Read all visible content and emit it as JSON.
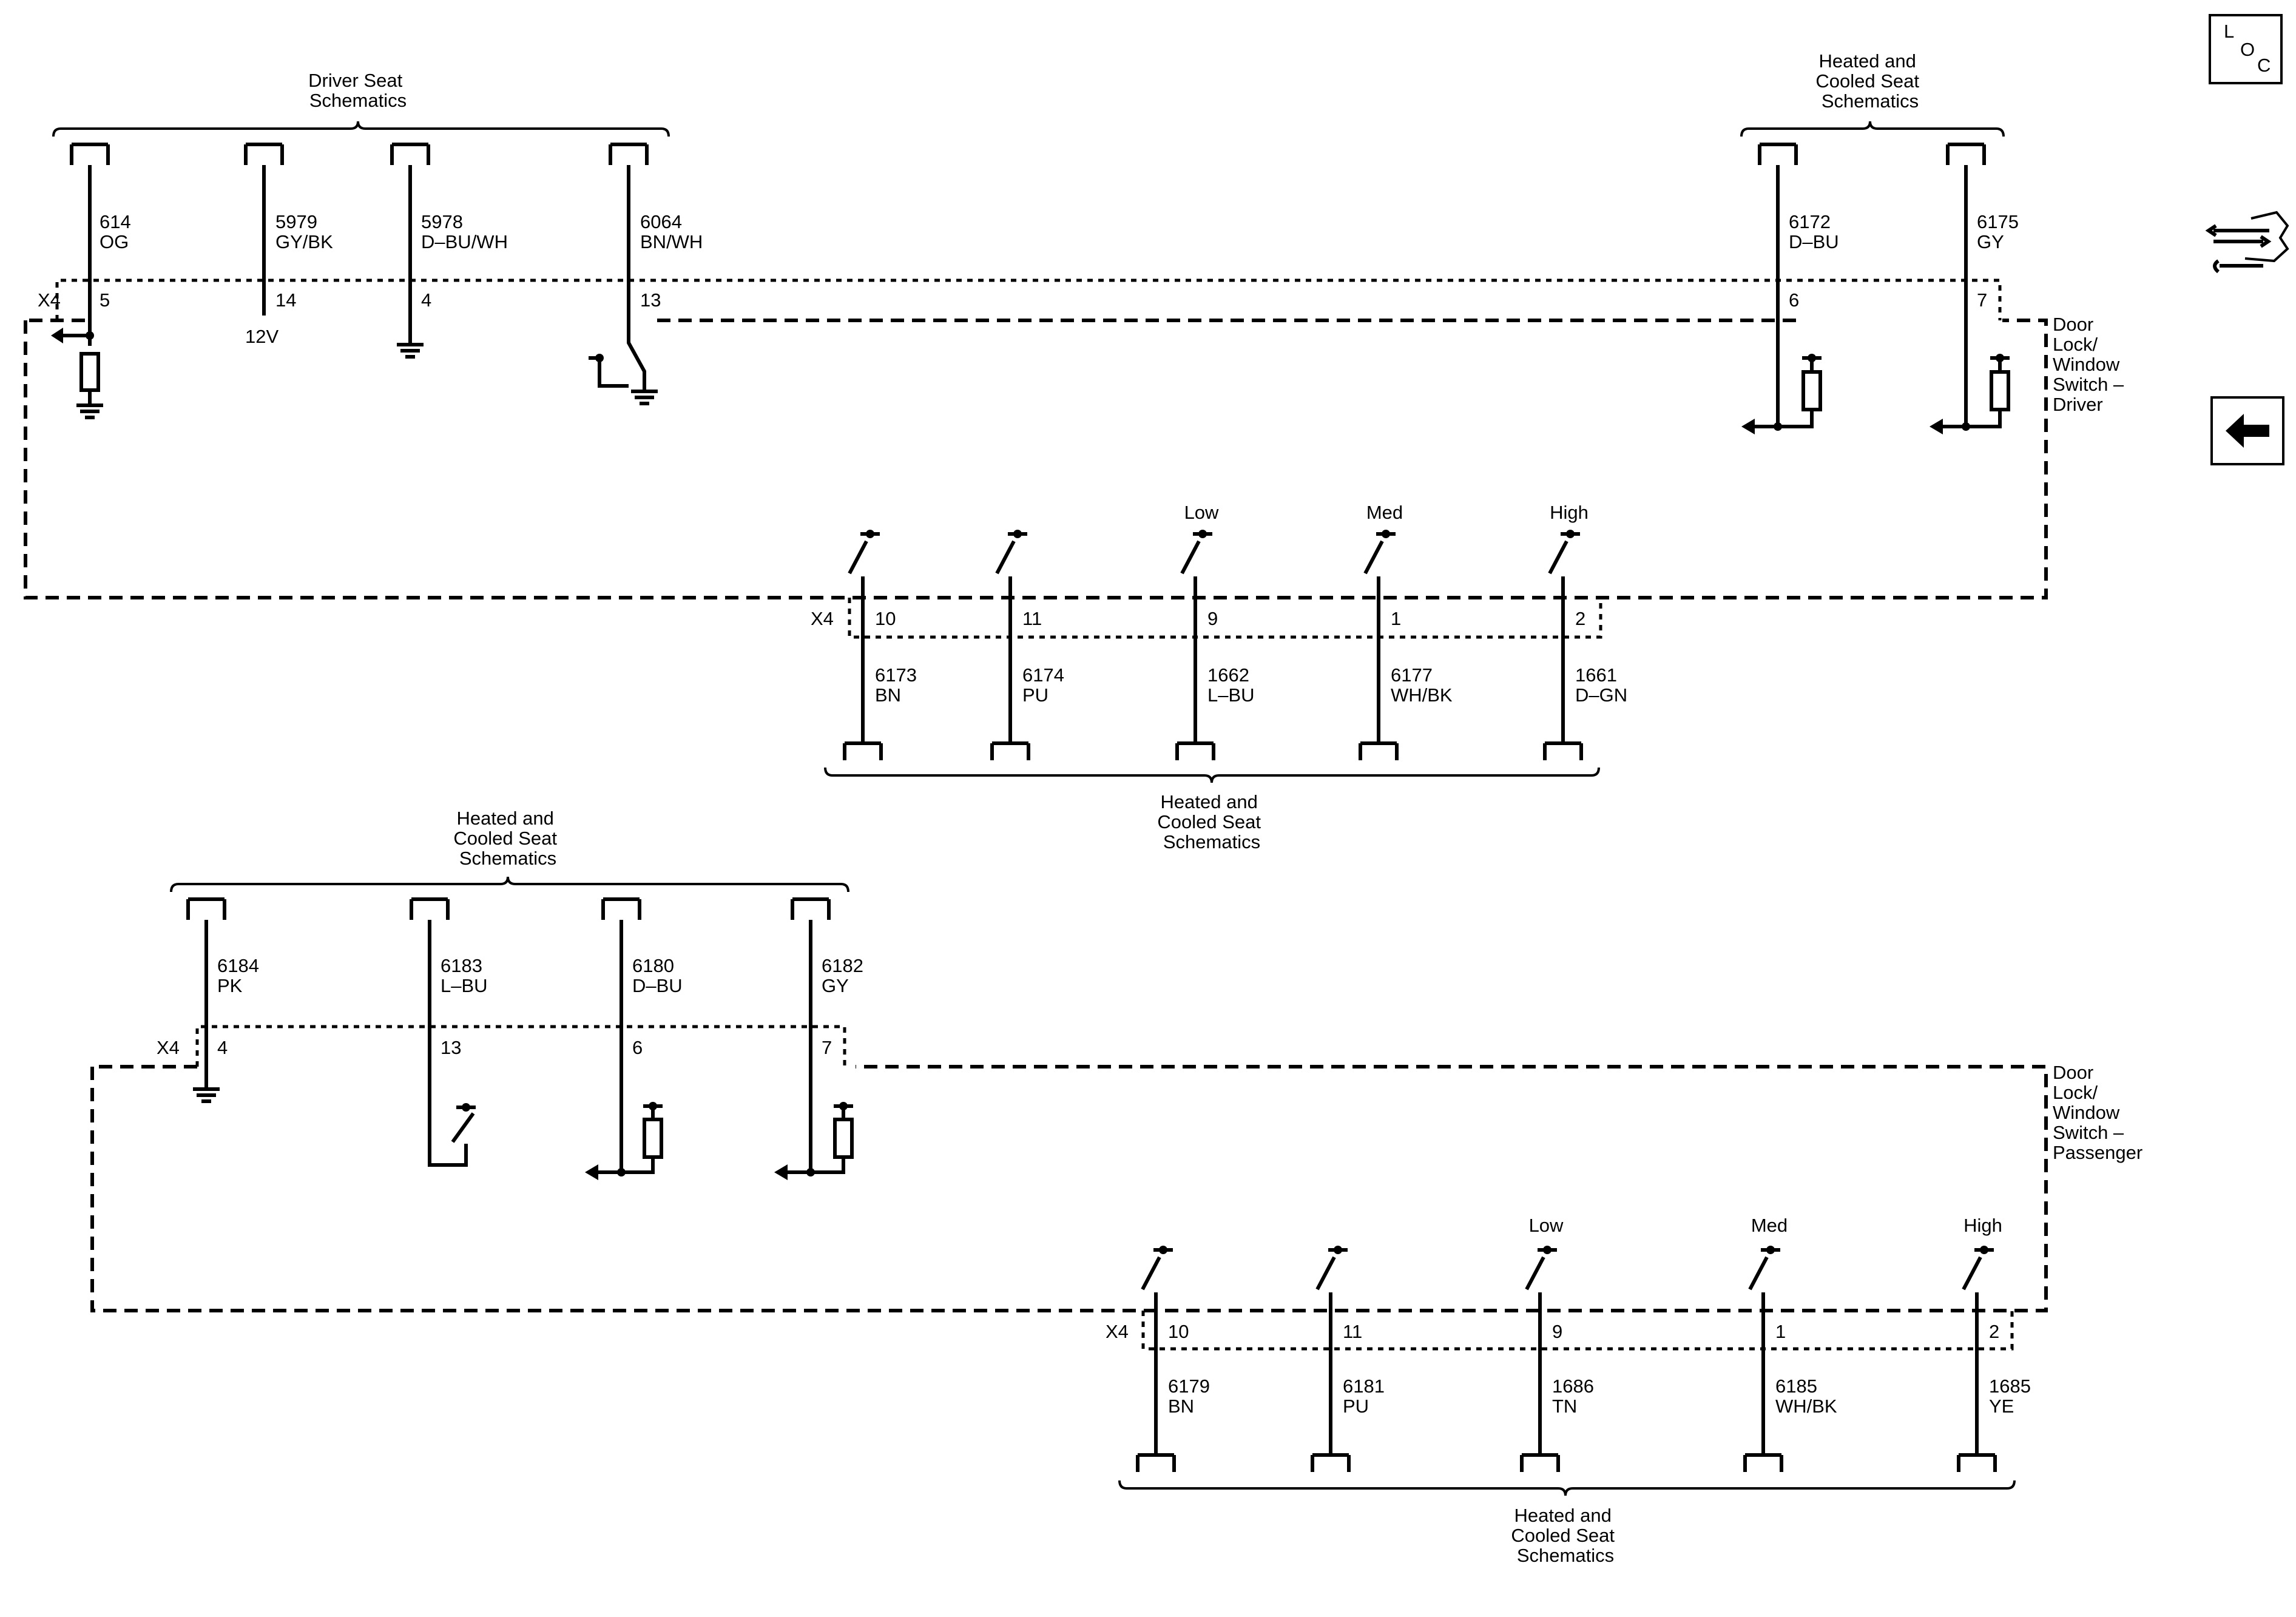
{
  "nav": {
    "loc_label": [
      "L",
      "O",
      "C"
    ],
    "icons": [
      "loc-icon",
      "connector-tools-icon",
      "back-arrow-icon"
    ]
  },
  "driver": {
    "module_label": [
      "Door",
      "Lock/",
      "Window",
      "Switch –",
      "Driver"
    ],
    "driver_seat_ref": [
      "Driver Seat",
      "Schematics"
    ],
    "top_right_ref": [
      "Heated and",
      "Cooled Seat",
      "Schematics"
    ],
    "bottom_ref": [
      "Heated and",
      "Cooled Seat",
      "Schematics"
    ],
    "connector": "X4",
    "x4_bottom": "X4",
    "supply_12v": "12V",
    "top_wires": [
      {
        "circuit": "614",
        "color": "OG",
        "pin": "5"
      },
      {
        "circuit": "5979",
        "color": "GY/BK",
        "pin": "14"
      },
      {
        "circuit": "5978",
        "color": "D–BU/WH",
        "pin": "4"
      },
      {
        "circuit": "6064",
        "color": "BN/WH",
        "pin": "13"
      },
      {
        "circuit": "6172",
        "color": "D–BU",
        "pin": "6"
      },
      {
        "circuit": "6175",
        "color": "GY",
        "pin": "7"
      }
    ],
    "bottom_wires": [
      {
        "circuit": "6173",
        "color": "BN",
        "pin": "10",
        "level": ""
      },
      {
        "circuit": "6174",
        "color": "PU",
        "pin": "11",
        "level": ""
      },
      {
        "circuit": "1662",
        "color": "L–BU",
        "pin": "9",
        "level": "Low"
      },
      {
        "circuit": "6177",
        "color": "WH/BK",
        "pin": "1",
        "level": "Med"
      },
      {
        "circuit": "1661",
        "color": "D–GN",
        "pin": "2",
        "level": "High"
      }
    ]
  },
  "passenger": {
    "module_label": [
      "Door",
      "Lock/",
      "Window",
      "Switch –",
      "Passenger"
    ],
    "top_ref": [
      "Heated and",
      "Cooled Seat",
      "Schematics"
    ],
    "bottom_ref": [
      "Heated and",
      "Cooled Seat",
      "Schematics"
    ],
    "connector": "X4",
    "x4_bottom": "X4",
    "top_wires": [
      {
        "circuit": "6184",
        "color": "PK",
        "pin": "4"
      },
      {
        "circuit": "6183",
        "color": "L–BU",
        "pin": "13"
      },
      {
        "circuit": "6180",
        "color": "D–BU",
        "pin": "6"
      },
      {
        "circuit": "6182",
        "color": "GY",
        "pin": "7"
      }
    ],
    "bottom_wires": [
      {
        "circuit": "6179",
        "color": "BN",
        "pin": "10",
        "level": ""
      },
      {
        "circuit": "6181",
        "color": "PU",
        "pin": "11",
        "level": ""
      },
      {
        "circuit": "1686",
        "color": "TN",
        "pin": "9",
        "level": "Low"
      },
      {
        "circuit": "6185",
        "color": "WH/BK",
        "pin": "1",
        "level": "Med"
      },
      {
        "circuit": "1685",
        "color": "YE",
        "pin": "2",
        "level": "High"
      }
    ]
  }
}
